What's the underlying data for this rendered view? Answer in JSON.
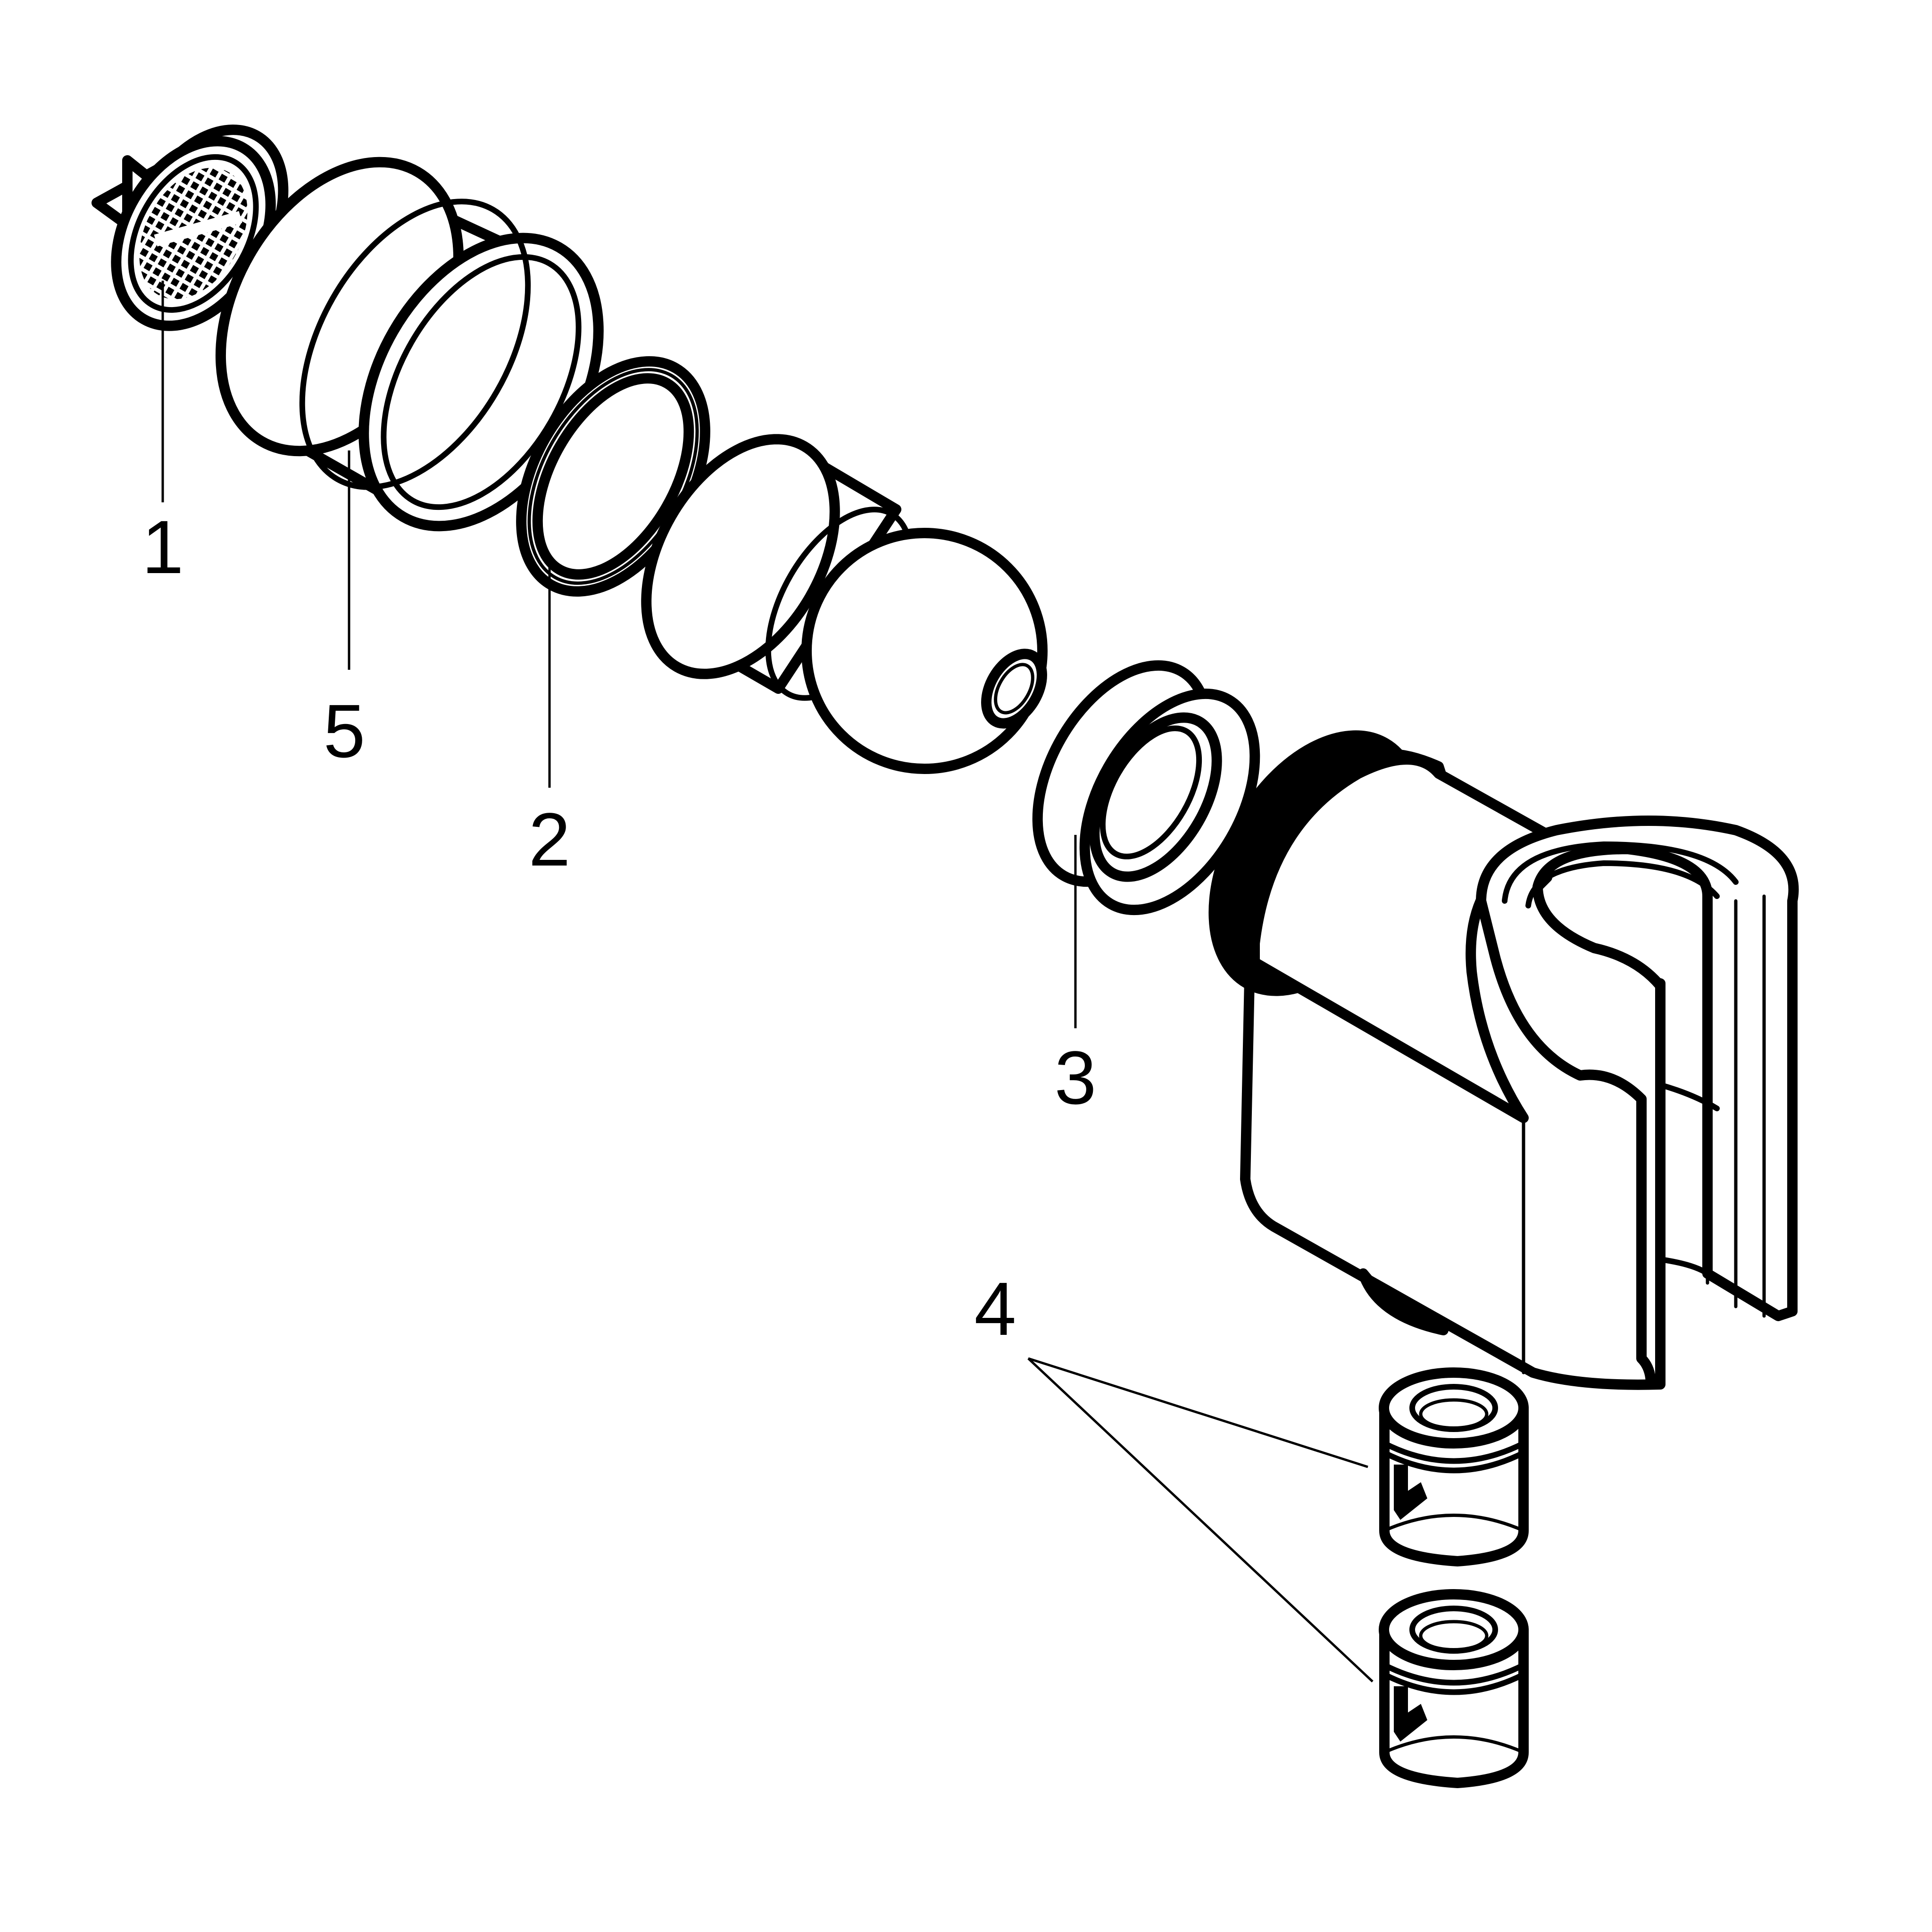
{
  "colors": {
    "line": "#000000",
    "background": "#ffffff"
  },
  "callouts": [
    {
      "id": "1",
      "label": "1",
      "part": "filter-screen"
    },
    {
      "id": "5",
      "label": "5",
      "part": "sleeve"
    },
    {
      "id": "2",
      "label": "2",
      "part": "o-ring"
    },
    {
      "id": "3",
      "label": "3",
      "part": "ball-seat-ring"
    },
    {
      "id": "4",
      "label": "4",
      "part": "flow-restrictor"
    }
  ]
}
